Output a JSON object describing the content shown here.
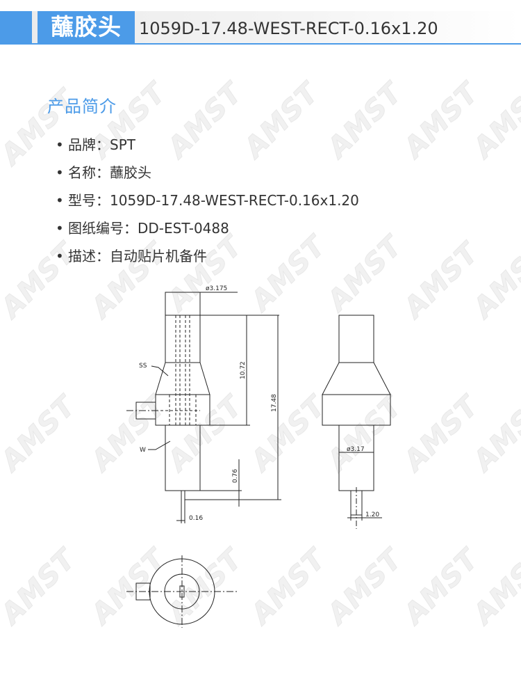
{
  "header": {
    "product_name": "蘸胶头",
    "model": "1059D-17.48-WEST-RECT-0.16x1.20"
  },
  "section": {
    "title": "产品简介"
  },
  "specs": [
    {
      "label": "品牌",
      "sep": "：",
      "value": "SPT"
    },
    {
      "label": "名称",
      "sep": "：",
      "value": "蘸胶头"
    },
    {
      "label": "型号",
      "sep": "：",
      "value": "1059D-17.48-WEST-RECT-0.16x1.20"
    },
    {
      "label": "图纸编号",
      "sep": "：",
      "value": "DD-EST-0488"
    },
    {
      "label": "描述",
      "sep": "：",
      "value": "自动贴片机备件"
    }
  ],
  "bullet": "•",
  "watermark": {
    "text": "AMST"
  },
  "drawing": {
    "dims": {
      "top_diameter": "ø3.175",
      "upper_length": "10.72",
      "total_length": "17.48",
      "tip_offset": "0.76",
      "tip_width": "0.16",
      "side_diameter": "ø3.17",
      "side_tip_width": "1.20"
    },
    "labels": {
      "ss": "SS",
      "w": "W"
    }
  },
  "colors": {
    "accent": "#4c9be8",
    "text": "#333333",
    "line": "#222222"
  }
}
